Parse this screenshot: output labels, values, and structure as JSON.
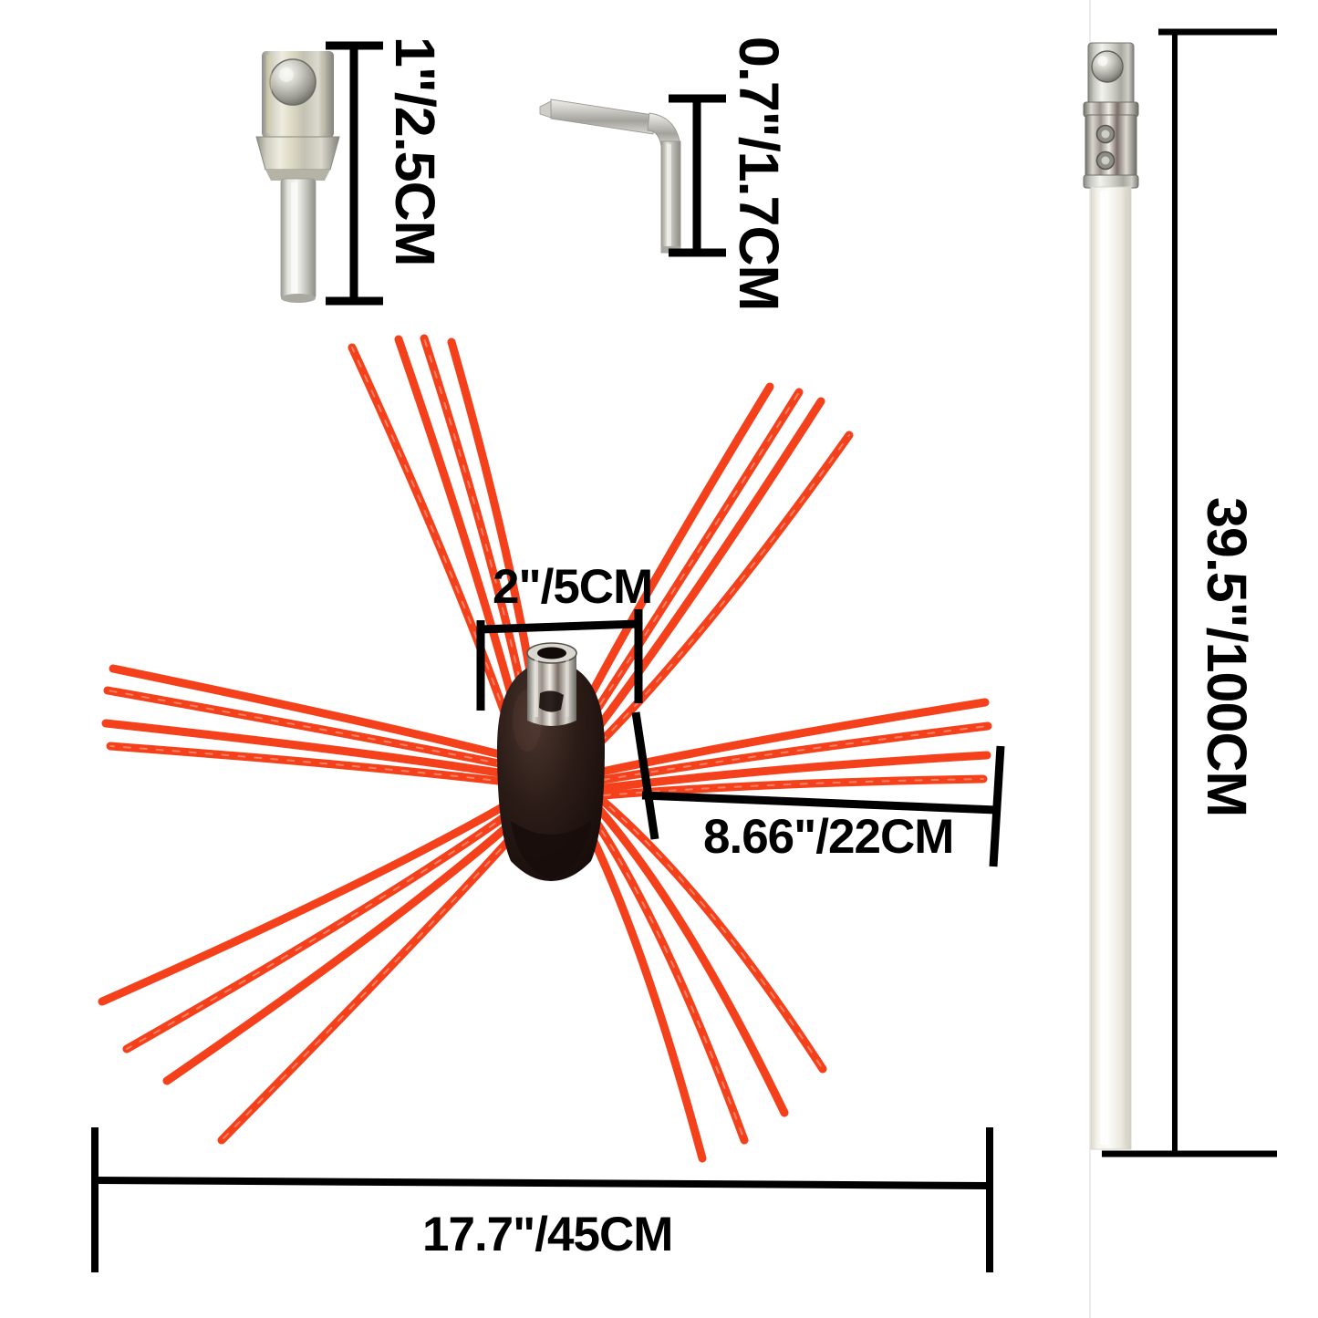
{
  "scene": {
    "title": "Chimney Sweep Brush Kit Dimension Diagram",
    "background_color": "#ffffff",
    "bristle_color": "#f5401c",
    "bristle_shadow_color": "#c7300f",
    "hub_color": "#2a1a16",
    "metal_light": "#e8e8e6",
    "metal_mid": "#b9b9b4",
    "metal_dark": "#7d7d78",
    "rod_color": "#f2f1ec",
    "dimension_color": "#000000"
  },
  "parts": {
    "drill_adapter": {
      "name": "Drill Adapter / SDS Chuck Bit",
      "dimension_label": "1\"/2.5CM",
      "label_rotation": "90"
    },
    "hex_key": {
      "name": "Hex Allen Wrench",
      "dimension_label": "0.7\"/1.7CM",
      "label_rotation": "90"
    },
    "brush": {
      "name": "Nylon Chimney Brush Head",
      "hub_diameter_label": "2\"/5CM",
      "bristle_length_label": "8.66\"/22CM",
      "overall_width_label": "17.7\"/45CM",
      "bristle_cluster_count": "6",
      "strands_per_cluster": "4"
    },
    "rod": {
      "name": "Flexible Fiberglass Extension Rod",
      "dimension_label": "39.5\"/100CM",
      "label_rotation": "90"
    }
  },
  "chart_data": {
    "type": "diagram",
    "title": "Chimney Sweep Brush Kit Dimension Diagram",
    "measurements": [
      {
        "part": "drill_adapter",
        "label": "1\"/2.5CM",
        "inches": 1,
        "cm": 2.5,
        "axis": "length"
      },
      {
        "part": "hex_key",
        "label": "0.7\"/1.7CM",
        "inches": 0.7,
        "cm": 1.7,
        "axis": "height"
      },
      {
        "part": "brush_hub",
        "label": "2\"/5CM",
        "inches": 2,
        "cm": 5,
        "axis": "diameter"
      },
      {
        "part": "brush_bristle",
        "label": "8.66\"/22CM",
        "inches": 8.66,
        "cm": 22,
        "axis": "radius"
      },
      {
        "part": "brush_overall",
        "label": "17.7\"/45CM",
        "inches": 17.7,
        "cm": 45,
        "axis": "width"
      },
      {
        "part": "rod",
        "label": "39.5\"/100CM",
        "inches": 39.5,
        "cm": 100,
        "axis": "length"
      }
    ]
  }
}
